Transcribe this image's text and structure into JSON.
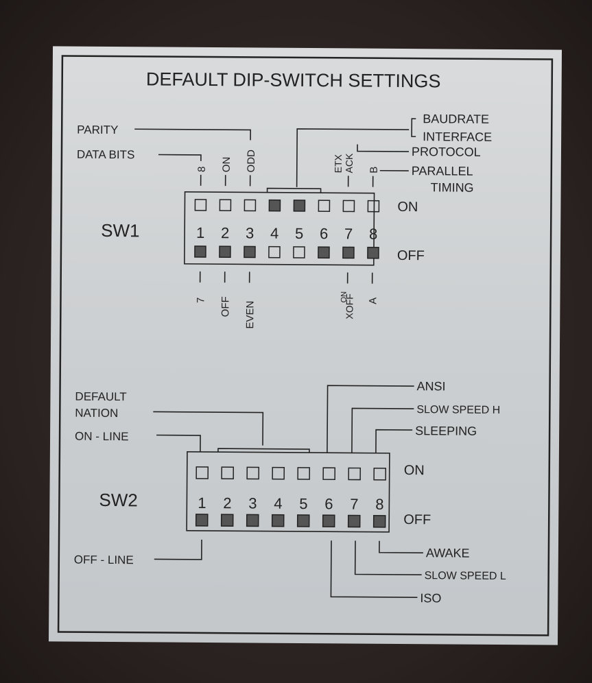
{
  "title": "DEFAULT DIP-SWITCH SETTINGS",
  "state_labels": {
    "on": "ON",
    "off": "OFF"
  },
  "sw1": {
    "name": "SW1",
    "numbers": [
      "1",
      "2",
      "3",
      "4",
      "5",
      "6",
      "7",
      "8"
    ],
    "on_positions": [
      false,
      false,
      false,
      true,
      true,
      false,
      false,
      false
    ],
    "labels": {
      "parity": "PARITY",
      "data_bits": "DATA BITS",
      "baudrate": "BAUDRATE",
      "interface": "INTERFACE",
      "protocol": "PROTOCOL",
      "parallel": "PARALLEL",
      "timing": "TIMING",
      "top_1": "8",
      "top_2": "ON",
      "top_3": "ODD",
      "top_7a": "ETX",
      "top_7b": "ACK",
      "top_8": "B",
      "bottom_1": "7",
      "bottom_2": "OFF",
      "bottom_3": "EVEN",
      "bottom_7a": "ON",
      "bottom_7b": "XOFF",
      "bottom_8": "A"
    }
  },
  "sw2": {
    "name": "SW2",
    "numbers": [
      "1",
      "2",
      "3",
      "4",
      "5",
      "6",
      "7",
      "8"
    ],
    "on_positions": [
      false,
      false,
      false,
      false,
      false,
      false,
      false,
      false
    ],
    "labels": {
      "default": "DEFAULT",
      "nation": "NATION",
      "on_line": "ON - LINE",
      "ansi": "ANSI",
      "slow_speed_h": "SLOW SPEED H",
      "sleeping": "SLEEPING",
      "off_line": "OFF - LINE",
      "awake": "AWAKE",
      "slow_speed_l": "SLOW SPEED L",
      "iso": "ISO"
    }
  }
}
